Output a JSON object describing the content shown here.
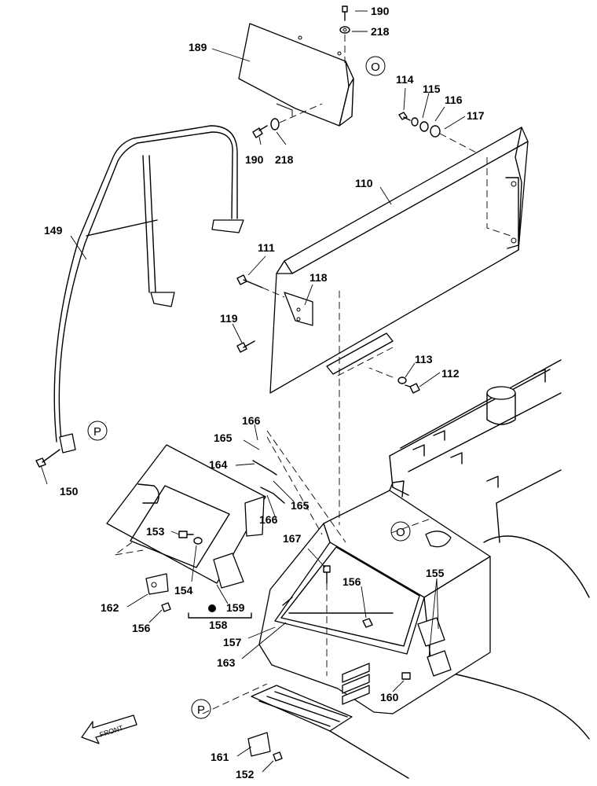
{
  "labels": {
    "p190a": "190",
    "p218a": "218",
    "p189": "189",
    "p190b": "190",
    "p218b": "218",
    "p114": "114",
    "p115": "115",
    "p116": "116",
    "p117": "117",
    "p110": "110",
    "p149": "149",
    "p111": "111",
    "p118": "118",
    "p119": "119",
    "p113": "113",
    "p112": "112",
    "p150": "150",
    "p166a": "166",
    "p165a": "165",
    "p164": "164",
    "p165b": "165",
    "p166b": "166",
    "p153": "153",
    "p167": "167",
    "p154": "154",
    "p156a": "156",
    "p155": "155",
    "p162": "162",
    "p156b": "156",
    "p159": "159",
    "p158": "158",
    "p157": "157",
    "p163": "163",
    "p160": "160",
    "p161": "161",
    "p152": "152"
  },
  "refs": {
    "o_top": "O",
    "o_mid": "O",
    "p_left": "P",
    "p_bottom": "P"
  },
  "front_label": "FRONT"
}
